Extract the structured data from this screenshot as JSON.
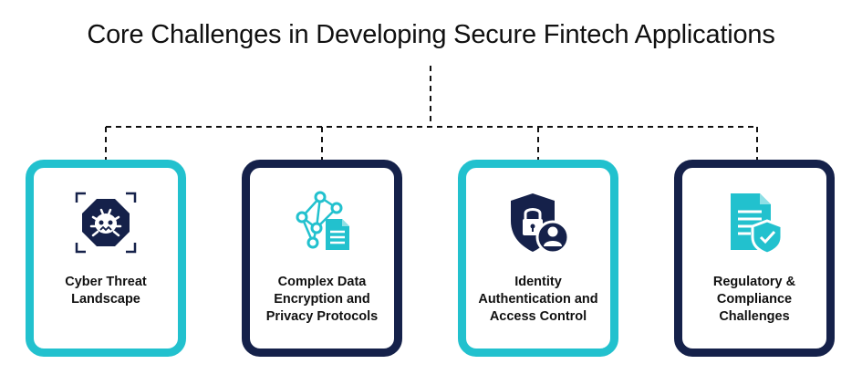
{
  "title": "Core Challenges in Developing Secure Fintech Applications",
  "cards": [
    {
      "label": "Cyber Threat Landscape",
      "icon": "bug-shield-icon",
      "border": "#22c1ce"
    },
    {
      "label": "Complex Data Encryption and Privacy Protocols",
      "icon": "network-document-icon",
      "border": "#15214a"
    },
    {
      "label": "Identity Authentication and Access Control",
      "icon": "lock-user-icon",
      "border": "#22c1ce"
    },
    {
      "label": "Regulatory & Compliance Challenges",
      "icon": "document-check-icon",
      "border": "#15214a"
    }
  ],
  "colors": {
    "teal": "#22c1ce",
    "navy": "#15214a",
    "text": "#111111"
  }
}
